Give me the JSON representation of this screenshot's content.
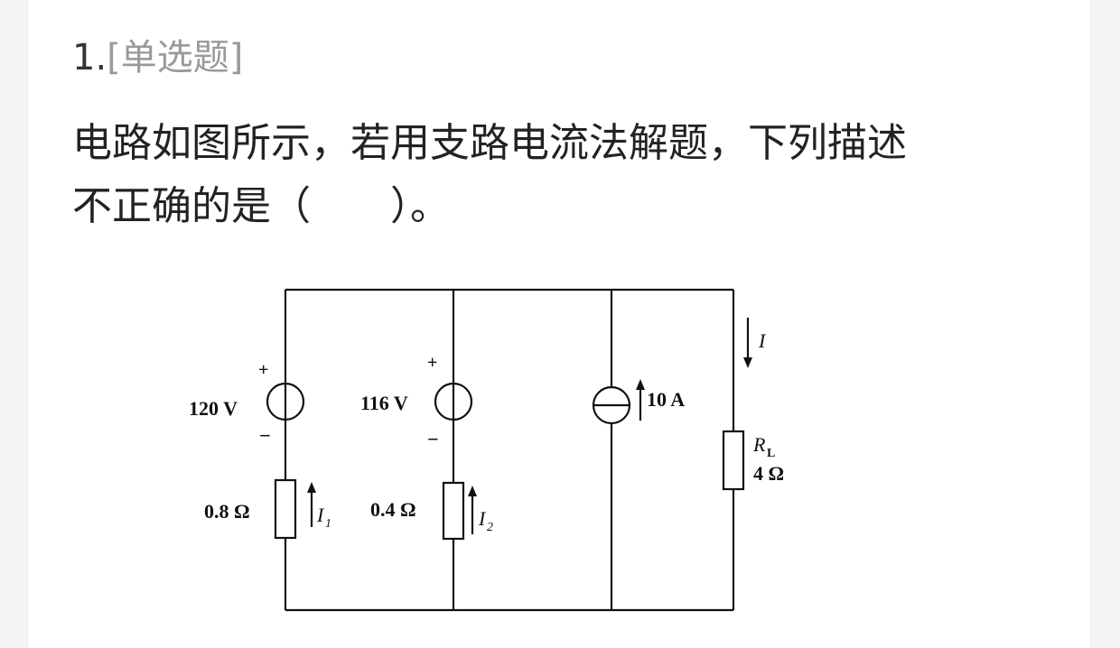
{
  "question": {
    "number": "1.",
    "type": "[单选题]",
    "line1": "电路如图所示，若用支路电流法解题，下列描述",
    "line2": "不正确的是（　　）。"
  },
  "circuit": {
    "v1_label": "120 V",
    "v2_label": "116 V",
    "r1_label": "0.8 Ω",
    "r2_label": "0.4 Ω",
    "i1_label": "I",
    "i1_sub": "1",
    "i2_label": "I",
    "i2_sub": "2",
    "source_label": "10 A",
    "load_current": "I",
    "rl_label": "R",
    "rl_sub": "L",
    "rl_value": "4 Ω",
    "plus": "+",
    "minus": "−"
  }
}
